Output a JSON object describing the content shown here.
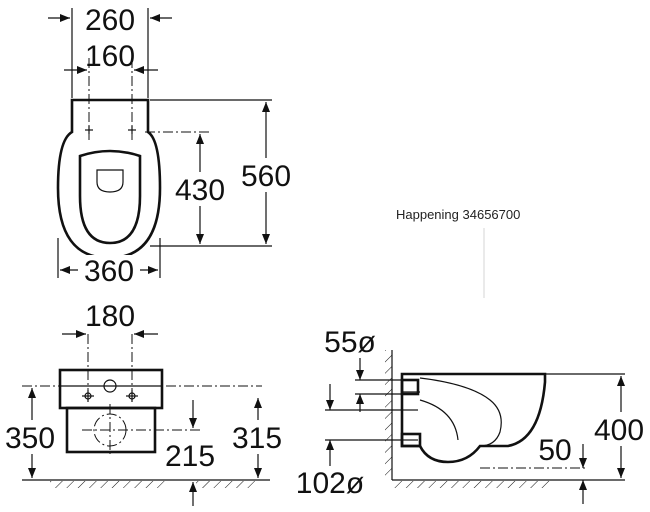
{
  "caption": "Happening 34656700",
  "top_view": {
    "outer_width": "260",
    "fixing_centres": "160",
    "pan_width": "360",
    "pan_length": "430",
    "overall_length": "560"
  },
  "front_view": {
    "fixing_centres": "180",
    "height_upper": "350",
    "height_waste": "215",
    "height_lower": "315"
  },
  "side_view": {
    "inlet_diameter": "55ø",
    "outlet_diameter": "102ø",
    "rim_height": "400",
    "projection": "50"
  }
}
